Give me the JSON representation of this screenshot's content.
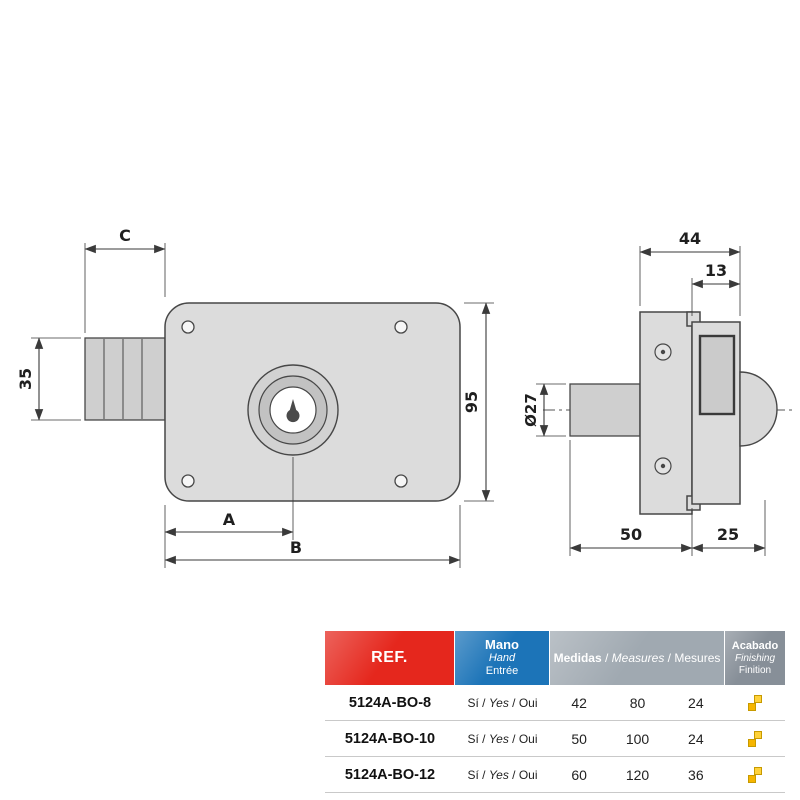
{
  "meta": {
    "description": "Rim lock technical drawing with dimensions and specification table"
  },
  "colors": {
    "ref_header_red": "#e5271d",
    "hand_header_blue": "#1c74b8",
    "measures_header_gray": "#a0a9b1",
    "finish_header_gray": "#878f98",
    "finish_icon_yellow": "#f6b500",
    "drawing_line": "#3a3a3a",
    "body_fill": "#dcdcdc"
  },
  "front_view": {
    "labels": {
      "c": "C",
      "w35": "35",
      "h95": "95",
      "a": "A",
      "b": "B"
    }
  },
  "side_view": {
    "labels": {
      "d44": "44",
      "d13": "13",
      "dia27": "Ø27",
      "d50": "50",
      "d25": "25"
    }
  },
  "table": {
    "header": {
      "ref": "REF.",
      "hand_es": "Mano",
      "hand_en": "Hand",
      "hand_fr": "Entrée",
      "measures_es": "Medidas",
      "measures_en": "Measures",
      "measures_fr": "Mesures",
      "finish_es": "Acabado",
      "finish_en": "Finishing",
      "finish_fr": "Finition",
      "sep": " / "
    },
    "rows": [
      {
        "ref": "5124A-BO-8",
        "hand_es": "Sí",
        "hand_en": "Yes",
        "hand_fr": "Oui",
        "m1": "42",
        "m2": "80",
        "m3": "24",
        "finish_icon": "brass-finish-icon"
      },
      {
        "ref": "5124A-BO-10",
        "hand_es": "Sí",
        "hand_en": "Yes",
        "hand_fr": "Oui",
        "m1": "50",
        "m2": "100",
        "m3": "24",
        "finish_icon": "brass-finish-icon"
      },
      {
        "ref": "5124A-BO-12",
        "hand_es": "Sí",
        "hand_en": "Yes",
        "hand_fr": "Oui",
        "m1": "60",
        "m2": "120",
        "m3": "36",
        "finish_icon": "brass-finish-icon"
      }
    ]
  }
}
